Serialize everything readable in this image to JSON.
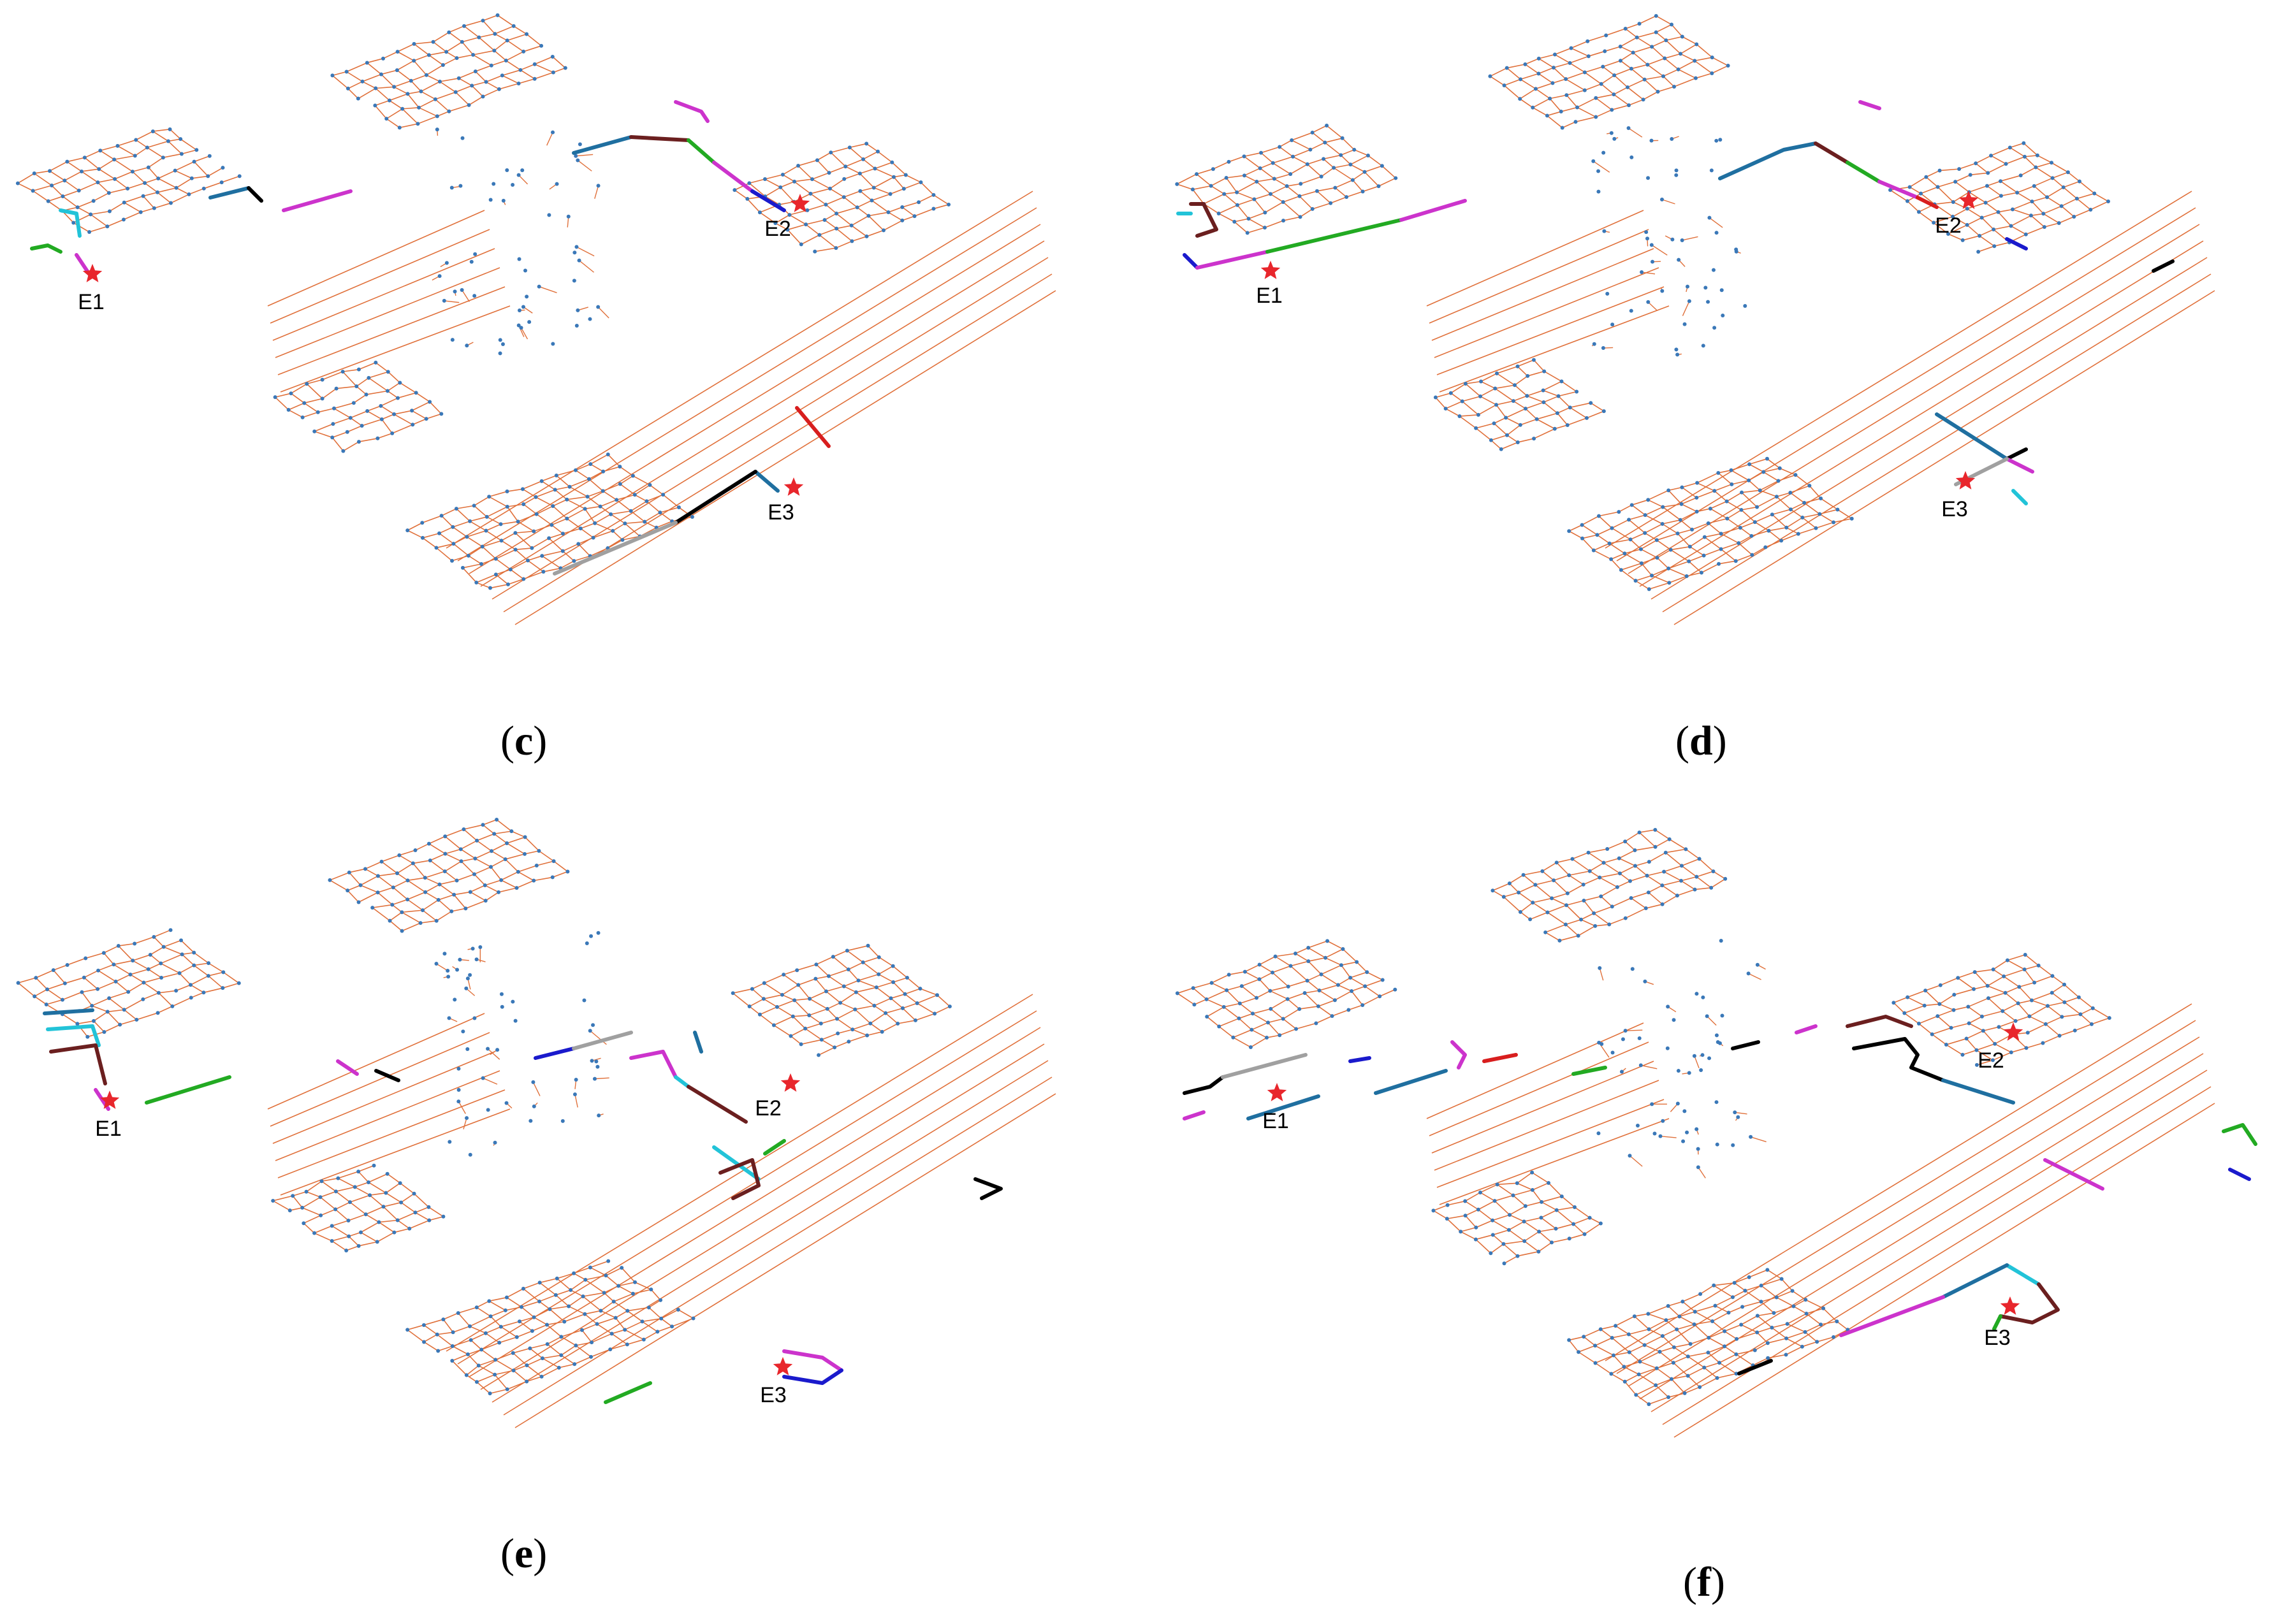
{
  "panels": [
    {
      "id": "c",
      "caption": "c",
      "exits": [
        "E1",
        "E2",
        "E3"
      ]
    },
    {
      "id": "d",
      "caption": "d",
      "exits": [
        "E1",
        "E2",
        "E3"
      ]
    },
    {
      "id": "e",
      "caption": "e",
      "exits": [
        "E1",
        "E2",
        "E3"
      ]
    },
    {
      "id": "f",
      "caption": "f",
      "exits": [
        "E1",
        "E2",
        "E3"
      ]
    }
  ],
  "colors": {
    "network_line": "#e0703a",
    "node": "#3a78b8",
    "exit_star": "#e8262c",
    "route_palette": [
      "#1f6fa0",
      "#000000",
      "#cc33cc",
      "#22c3d8",
      "#22aa22",
      "#6b1f1f",
      "#1a1acc",
      "#d81e1e",
      "#a0a0a0"
    ]
  },
  "icons": {
    "exit_marker": "star-icon"
  }
}
